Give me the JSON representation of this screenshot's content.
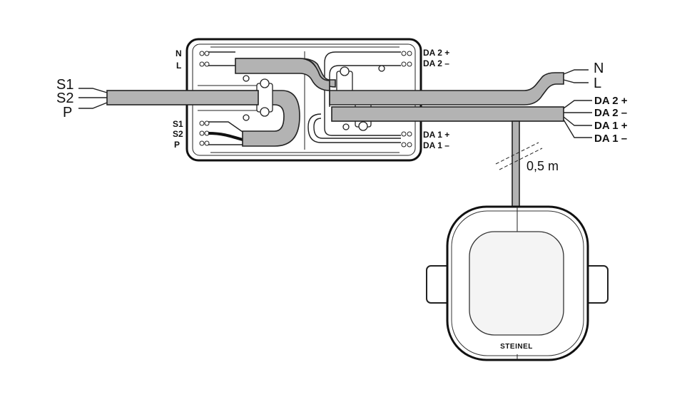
{
  "box_labels": {
    "n": "N",
    "l": "L",
    "s1": "S1",
    "s2": "S2",
    "p": "P",
    "da2p": "DA 2 +",
    "da2m": "DA 2 –",
    "da1p": "DA 1 +",
    "da1m": "DA 1 –"
  },
  "left_leads": {
    "s1": "S1",
    "s2": "S2",
    "p": "P"
  },
  "right_leads": {
    "n": "N",
    "l": "L",
    "da2p": "DA 2 +",
    "da2m": "DA 2 –",
    "da1p": "DA 1 +",
    "da1m": "DA 1 –"
  },
  "cable_length": "0,5 m",
  "brand": "STEINEL"
}
